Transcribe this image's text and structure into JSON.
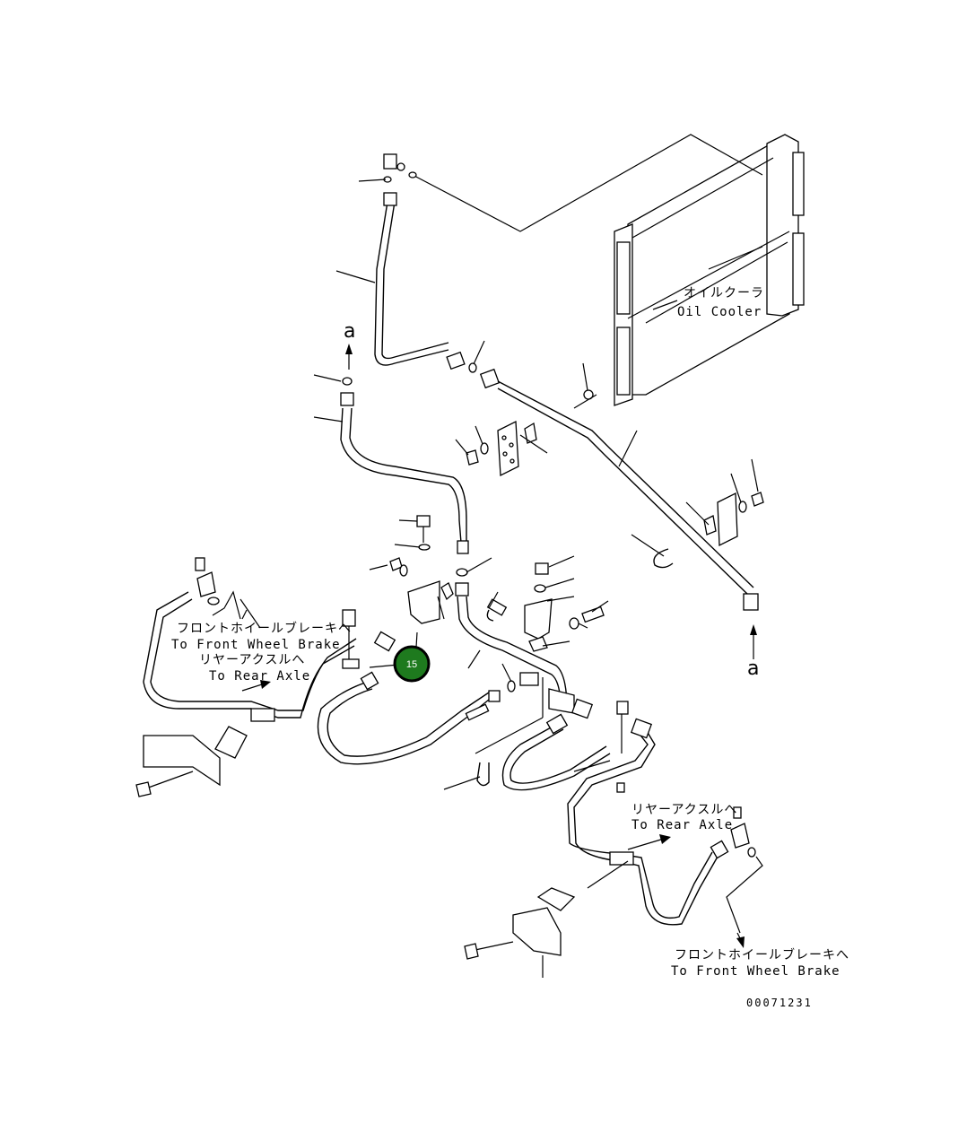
{
  "labels": {
    "oil_cooler_jp": "オイルクーラ",
    "oil_cooler_en": "Oil Cooler",
    "front_wheel_brake_jp_left": "フロントホイールブレーキへ",
    "front_wheel_brake_en_left": "To Front Wheel Brake",
    "rear_axle_jp_left": "リヤーアクスルへ",
    "rear_axle_en_left": "To Rear Axle",
    "rear_axle_jp_right": "リヤーアクスルへ",
    "rear_axle_en_right": "To Rear Axle",
    "front_wheel_brake_jp_right": "フロントホイールブレーキへ",
    "front_wheel_brake_en_right": "To Front Wheel Brake",
    "connector_a_top": "a",
    "connector_a_right": "a",
    "drawing_code": "00071231"
  },
  "callout": {
    "number": "15",
    "color": "#1e7a1e"
  }
}
